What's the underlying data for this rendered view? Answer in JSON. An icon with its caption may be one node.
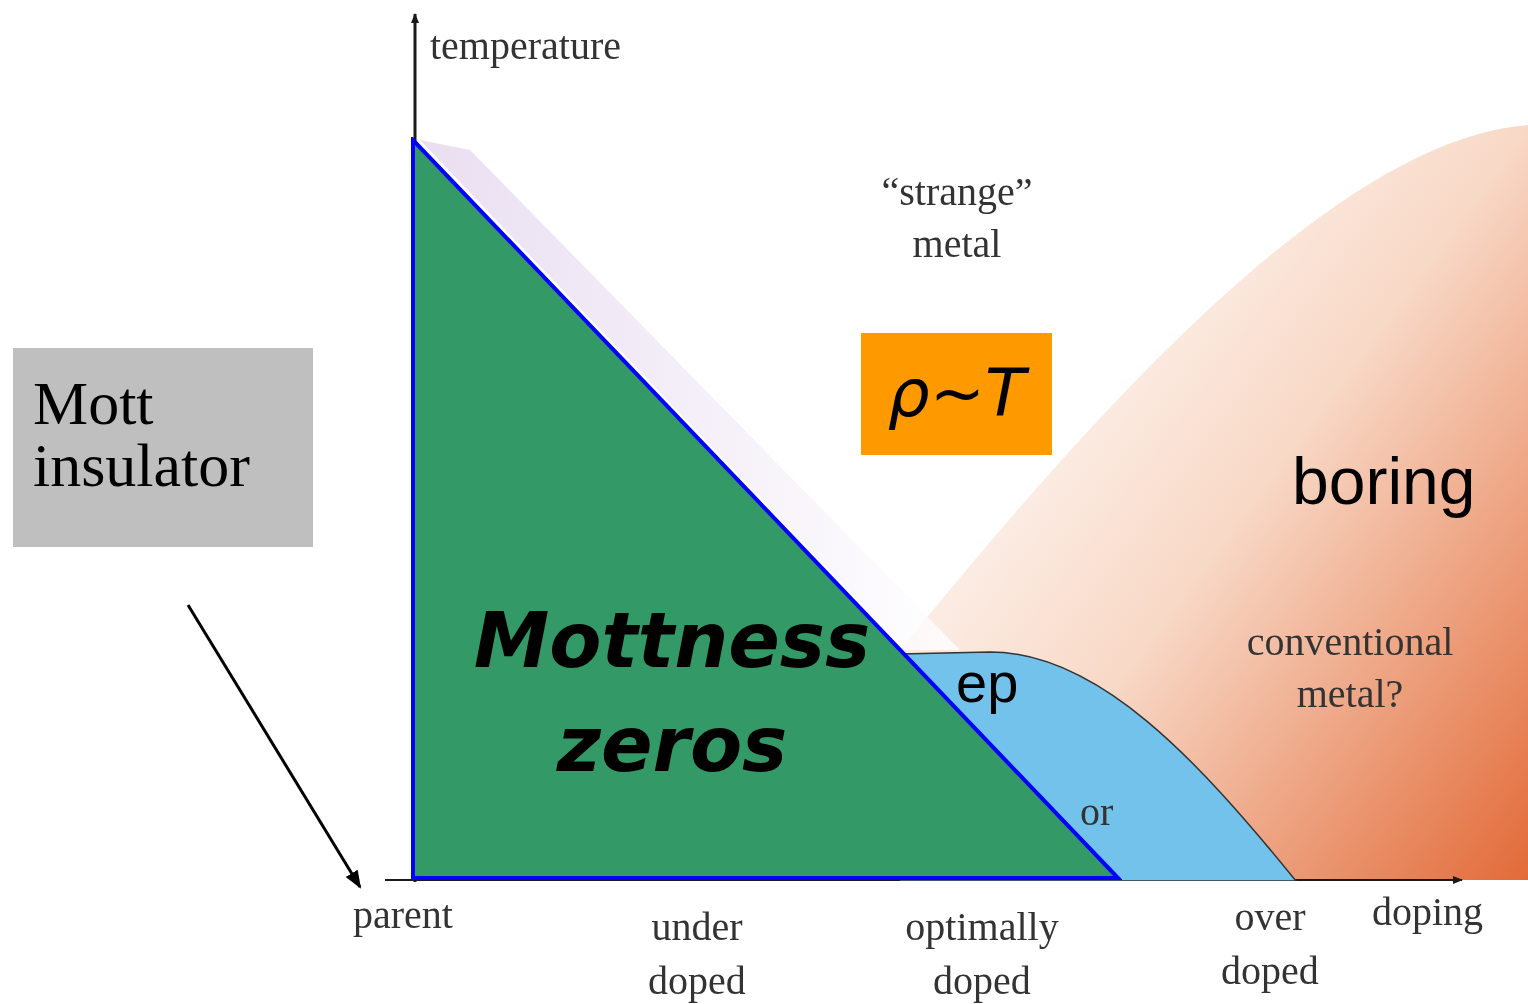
{
  "diagram": {
    "nodes": [
      {
        "text": [
          "Mott insulator"
        ]
      },
      {
        "text": [
          "*ρ*~*T*"
        ]
      },
      {
        "text": [
          "Mottness zeros"
        ]
      },
      {
        "text": [
          "ep",
          "or"
        ]
      },
      {
        "text": [
          "parent"
        ]
      }
    ],
    "edges": [
      {
        "from": null,
        "to": 4,
        "arrow": "to"
      }
    ],
    "labels": [
      "temperature",
      "“strange” metal",
      "boring",
      "conventional metal?",
      "under doped",
      "optimally doped",
      "over doped",
      "doping"
    ]
  }
}
